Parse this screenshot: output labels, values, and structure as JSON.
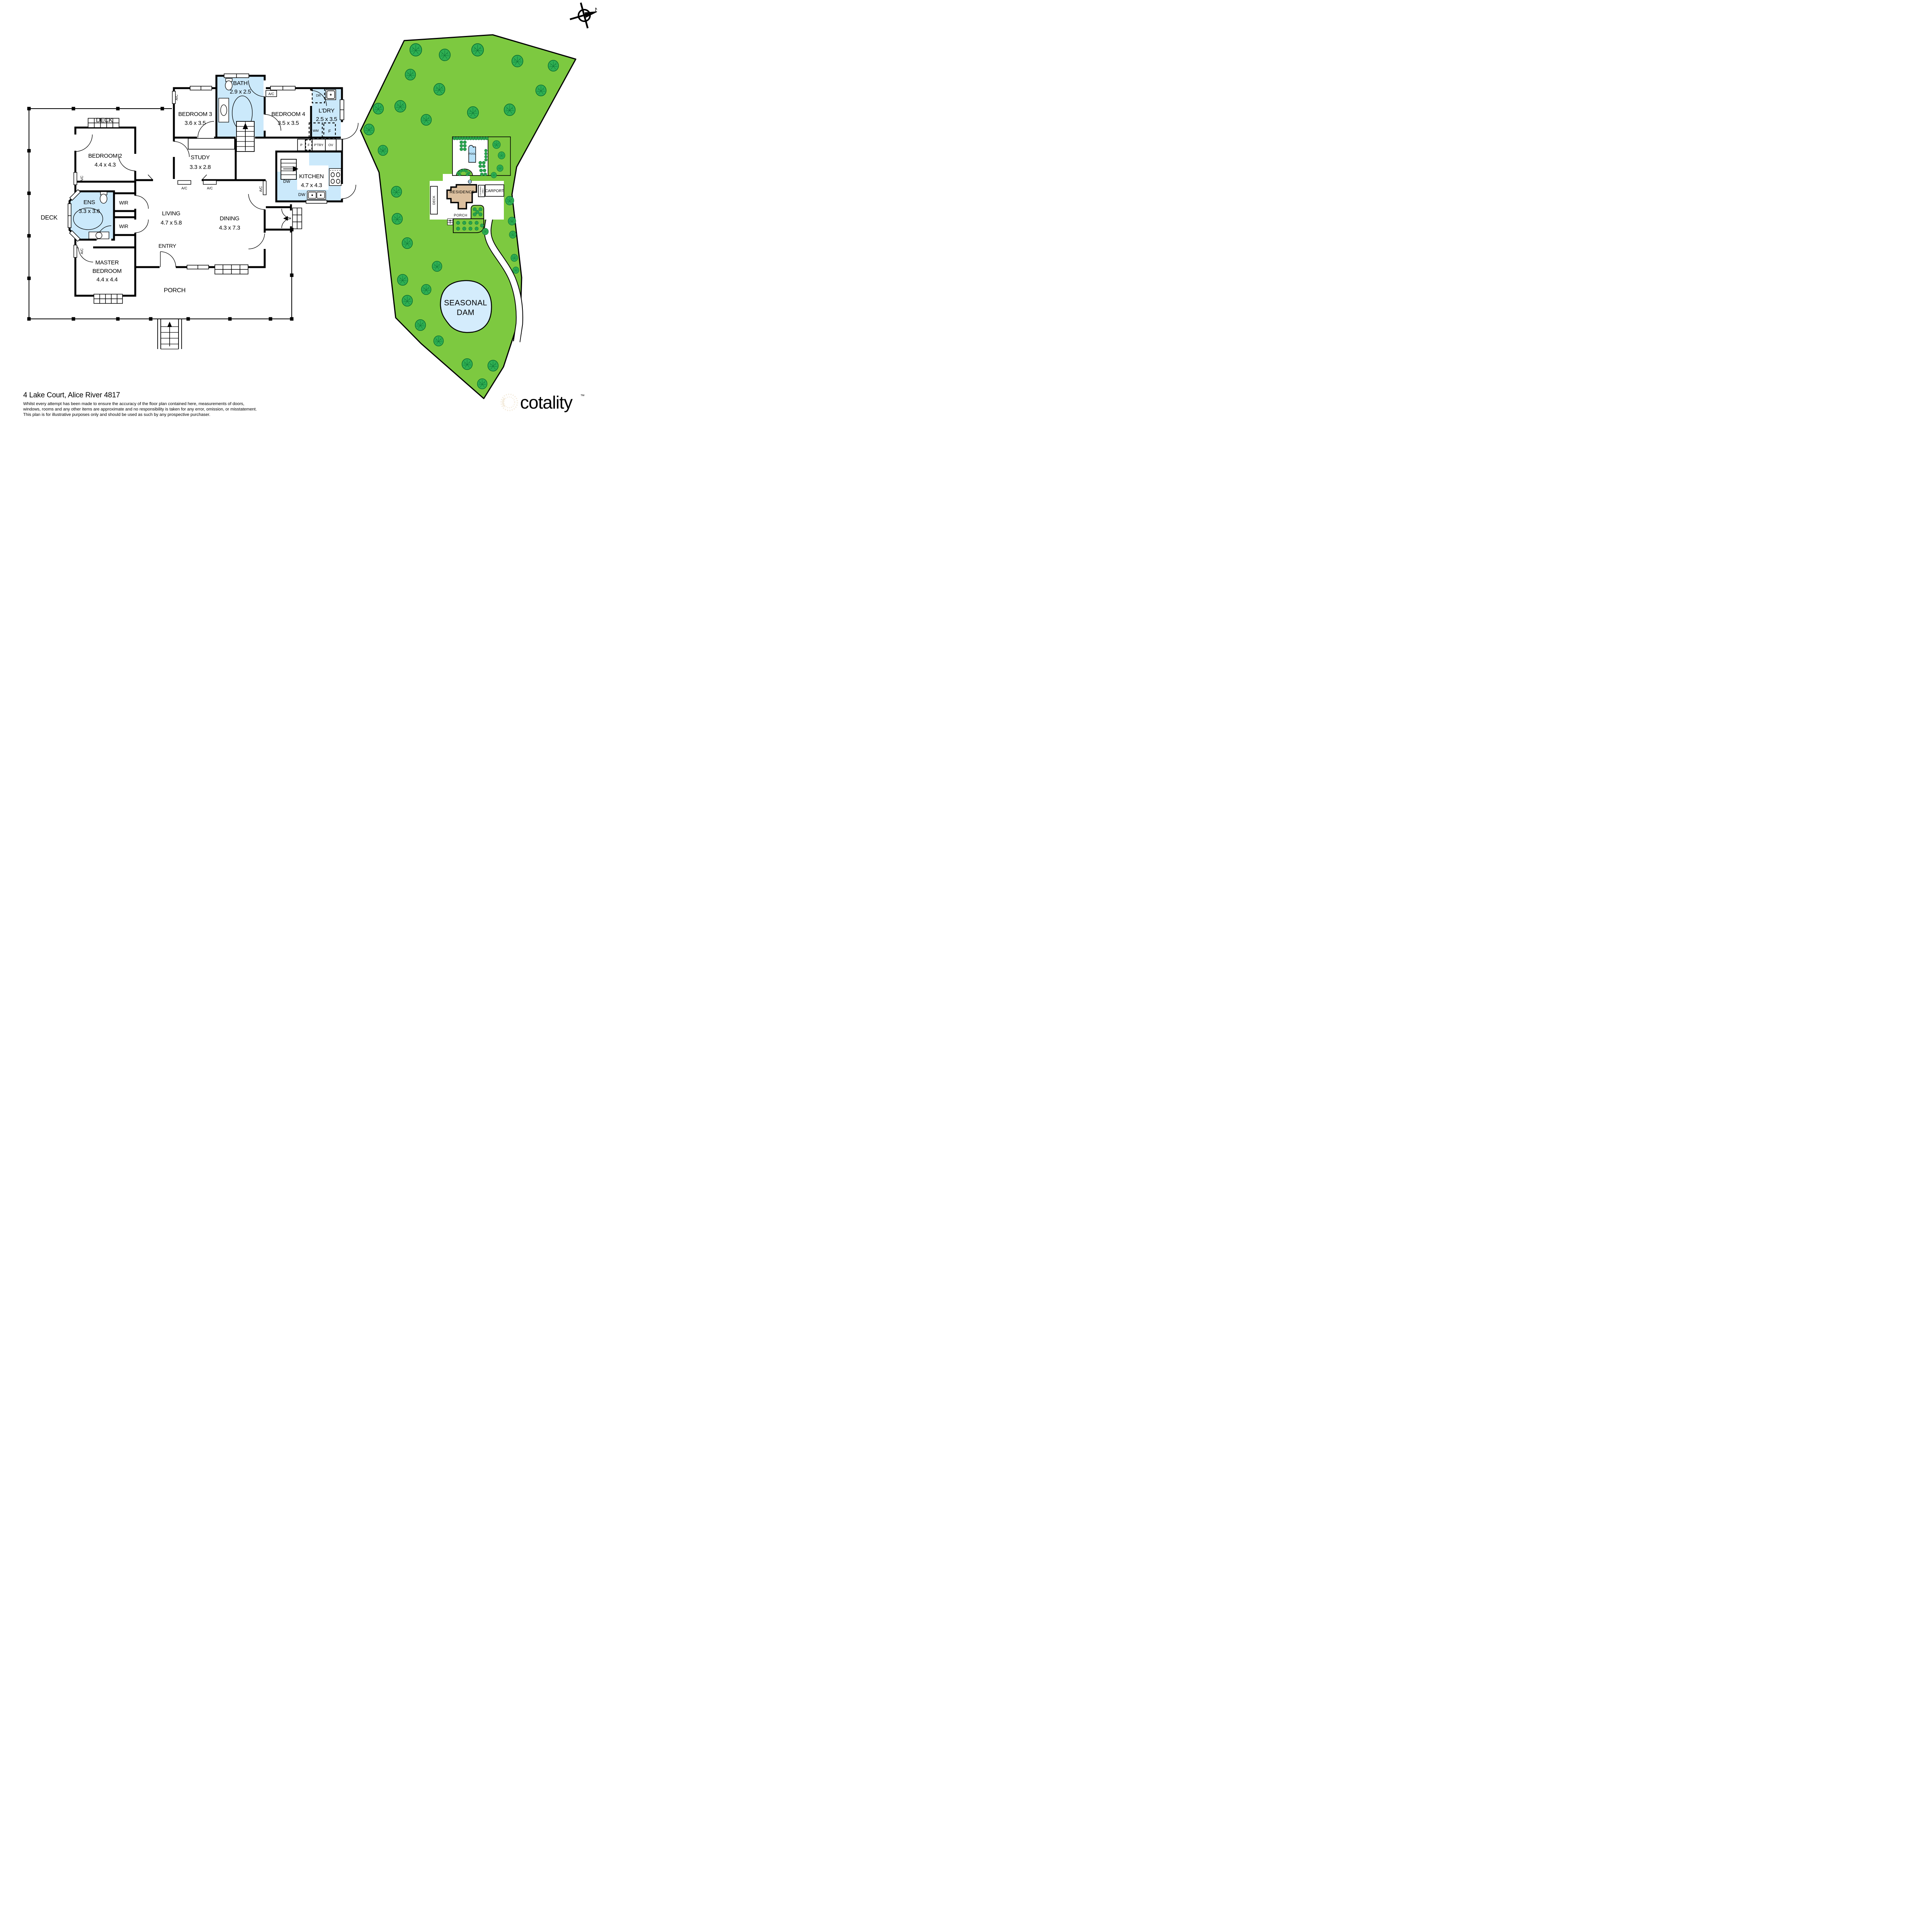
{
  "colors": {
    "wall": "#000000",
    "wet_area": "#cbe9fb",
    "land": "#7dc940",
    "tree_fill": "#2eaf52",
    "tree_stroke": "#0b6e31",
    "dam_water": "#d4ecfc",
    "pool_water": "#b5e0f8",
    "residence_fill": "#dcc09f",
    "logo": "#f4ecdd"
  },
  "compass": {
    "north": "N"
  },
  "fp": {
    "deck_top": "DECK",
    "deck_left": "DECK",
    "porch": "PORCH",
    "entry": "ENTRY",
    "wir": "WIR",
    "rooms": {
      "bed2": {
        "name": "BEDROOM 2",
        "dims": "4.4 x 4.3"
      },
      "bed3": {
        "name": "BEDROOM 3",
        "dims": "3.6 x 3.5"
      },
      "bath": {
        "name": "BATH",
        "dims": "2.9 x 2.5"
      },
      "bed4": {
        "name": "BEDROOM 4",
        "dims": "3.5 x 3.5"
      },
      "ldry": {
        "name": "L'DRY",
        "dims": "2.5 x 3.5"
      },
      "study": {
        "name": "STUDY",
        "dims": "3.3 x 2.8"
      },
      "kitchen": {
        "name": "KITCHEN",
        "dims": "4.7 x 4.3"
      },
      "ens": {
        "name": "ENS",
        "dims": "3.3 x 3.6"
      },
      "living": {
        "name": "LIVING",
        "dims": "4.7 x 5.8"
      },
      "dining": {
        "name": "DINING",
        "dims": "4.3 x 7.3"
      },
      "master": {
        "name": "MASTER",
        "name2": "BEDROOM",
        "dims": "4.4 x 4.4"
      }
    },
    "appl": {
      "ac": "A/C",
      "dw": "DW",
      "wm": "WM",
      "dr": "DR",
      "f": "F",
      "p": "P",
      "ptry": "P'TRY",
      "ov": "OV"
    }
  },
  "site": {
    "residence": "RESIDENCE",
    "carport": "CARPORT",
    "covered1": "COVERED",
    "covered2": "AREA",
    "pool": "POOL",
    "deck": "DECK",
    "porch": "PORCH",
    "hwt": "H.W.T",
    "dam1": "SEASONAL",
    "dam2": "DAM"
  },
  "footer": {
    "address": "4 Lake Court, Alice River 4817",
    "disclaimer_1": "Whilst every attempt has been made to ensure the accuracy of the floor plan contained here, measurements of doors,",
    "disclaimer_2": "windows, rooms and any other items are approximate and no responsibility is taken for any error, omission, or misstatement.",
    "disclaimer_3": "This plan is for illustrative purposes only and should be used as such by any prospective purchaser."
  },
  "logo": {
    "name": "cotality",
    "tm": "™"
  }
}
